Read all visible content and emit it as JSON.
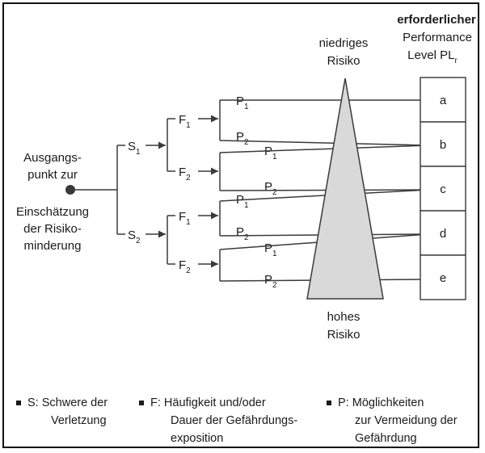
{
  "start": {
    "lines": [
      "Ausgangs-",
      "punkt zur",
      "Einschätzung",
      "der Risiko-",
      "minderung"
    ]
  },
  "branches": {
    "s": "S",
    "f": "F",
    "p": "P",
    "idx1": "1",
    "idx2": "2"
  },
  "triangle": {
    "top_lines": [
      "niedriges",
      "Risiko"
    ],
    "bottom_lines": [
      "hohes",
      "Risiko"
    ],
    "fill": "#d9d9d9"
  },
  "pl_header": {
    "line1": "erforderlicher",
    "line2": "Performance",
    "line3_main": "Level PL",
    "line3_sub": "r"
  },
  "pl_levels": [
    "a",
    "b",
    "c",
    "d",
    "e"
  ],
  "legend": [
    {
      "key": "S:",
      "lines": [
        "Schwere der",
        "Verletzung"
      ]
    },
    {
      "key": "F:",
      "lines": [
        "Häufigkeit und/oder",
        "Dauer der Gefährdungs-",
        "exposition"
      ]
    },
    {
      "key": "P:",
      "lines": [
        "Möglichkeiten",
        "zur Vermeidung der",
        "Gefährdung"
      ]
    }
  ],
  "colors": {
    "line": "#3a3a3a",
    "box_border": "#444444",
    "triangle_fill": "#d9d9d9"
  }
}
